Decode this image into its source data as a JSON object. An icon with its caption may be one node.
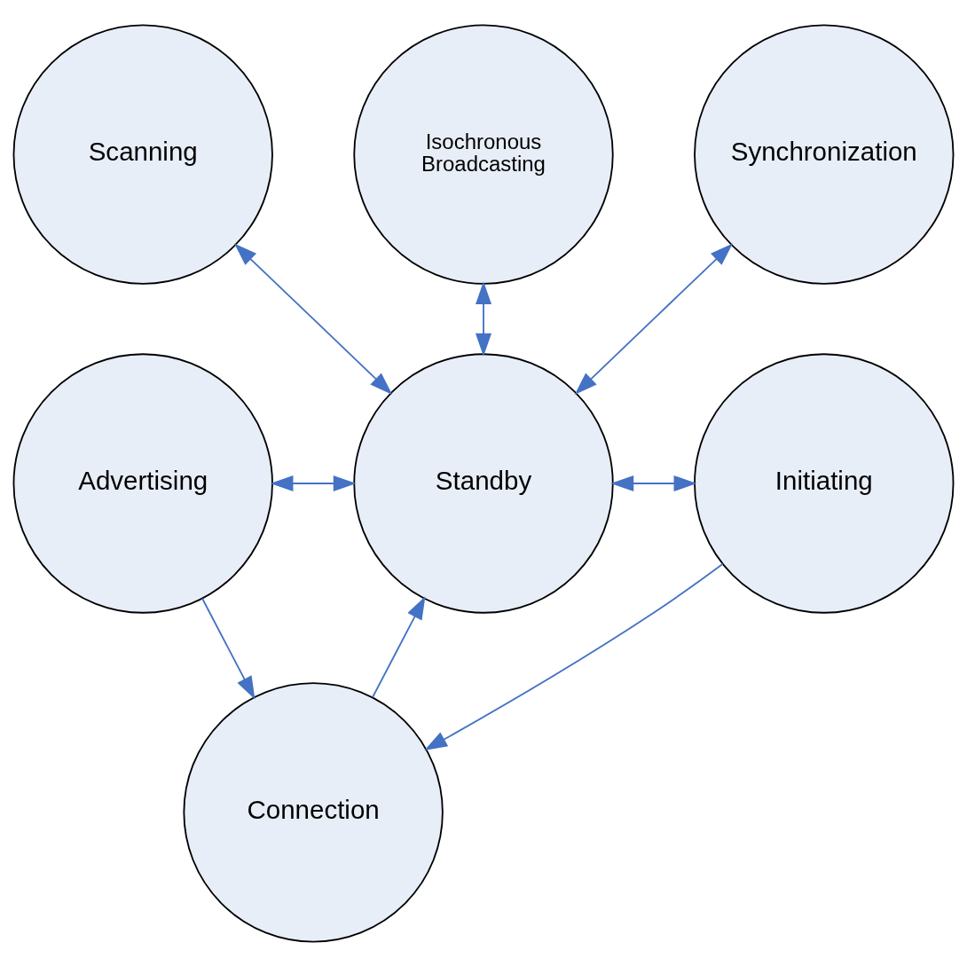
{
  "diagram": {
    "nodes": [
      {
        "text": [
          "Scanning"
        ]
      },
      {
        "text": [
          "Isochronous Broadcasting"
        ]
      },
      {
        "text": [
          "Synchronization"
        ]
      },
      {
        "text": [
          "Advertising"
        ]
      },
      {
        "text": [
          "Standby"
        ]
      },
      {
        "text": [
          "Initiating"
        ]
      },
      {
        "text": [
          "Connection"
        ]
      }
    ],
    "edges": [
      {
        "from": 1,
        "to": 4,
        "arrow": "both"
      },
      {
        "from": 0,
        "to": 4,
        "arrow": "both"
      },
      {
        "from": 2,
        "to": 4,
        "arrow": "both"
      },
      {
        "from": 3,
        "to": 4,
        "arrow": "both"
      },
      {
        "from": 4,
        "to": 5,
        "arrow": "both"
      },
      {
        "from": 6,
        "to": 4,
        "arrow": "to"
      },
      {
        "from": 3,
        "to": 6,
        "arrow": "to"
      },
      {
        "from": 5,
        "to": 6,
        "arrow": "to"
      }
    ]
  }
}
